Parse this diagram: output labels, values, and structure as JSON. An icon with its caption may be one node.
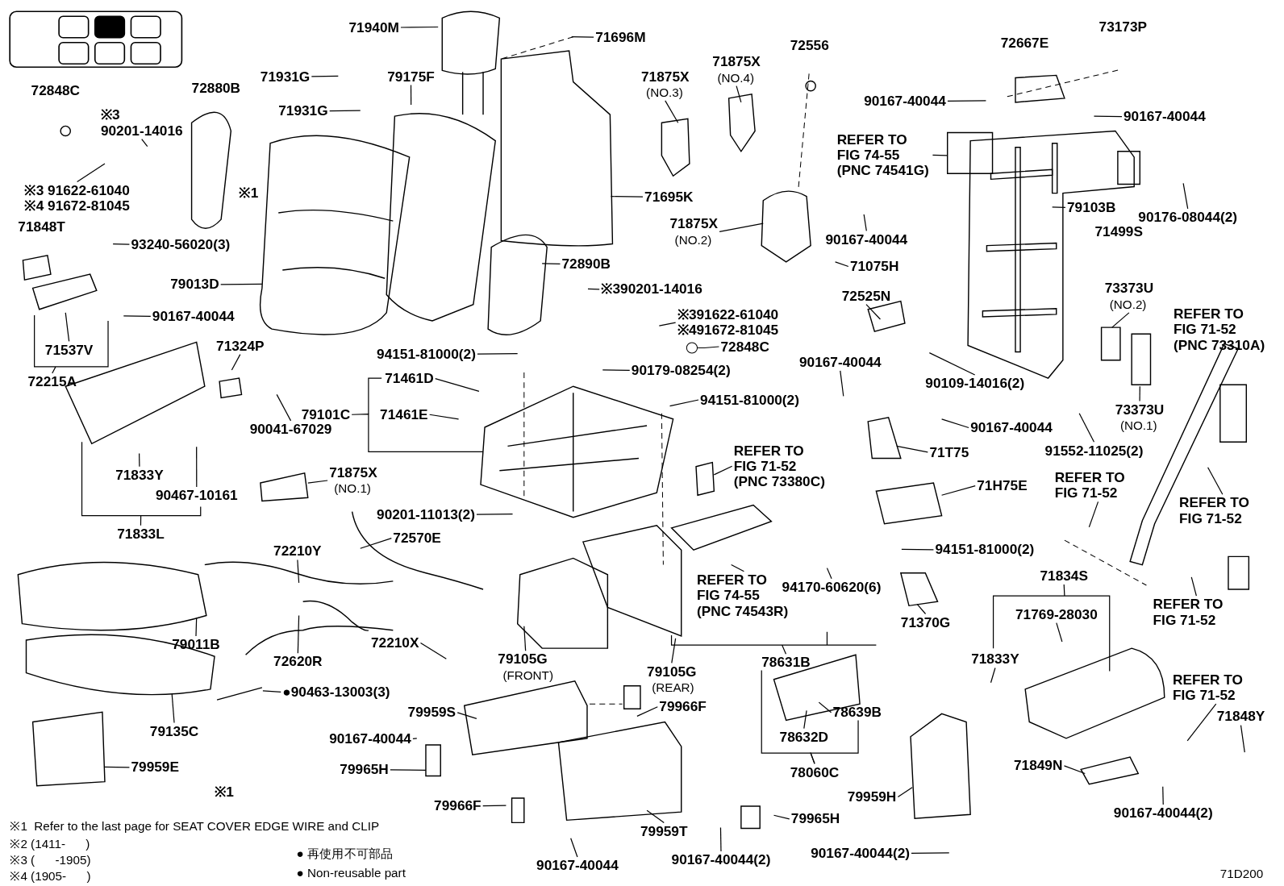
{
  "diagram": {
    "nodes": [
      {
        "text": [
          "71940M"
        ]
      },
      {
        "text": [
          "71696M"
        ]
      },
      {
        "text": [
          "71931G"
        ]
      },
      {
        "text": [
          "79175F"
        ]
      },
      {
        "text": [
          "※3",
          "90201-14016"
        ]
      },
      {
        "text": [
          "71931G"
        ]
      },
      {
        "text": [
          "※3 91622-61040",
          "※4 91672-81045"
        ]
      },
      {
        "text": [
          "93240-56020(3)"
        ]
      },
      {
        "text": [
          "71875X",
          "(NO.3)"
        ]
      },
      {
        "text": [
          "71875X",
          "(NO.4)"
        ]
      },
      {
        "text": [
          "REFER TO FIG 74-55 (PNC 74541G)"
        ]
      },
      {
        "text": [
          "90167-40044"
        ]
      },
      {
        "text": [
          "90167-40044"
        ]
      },
      {
        "text": [
          "71695K"
        ]
      },
      {
        "text": [
          "79103B"
        ]
      },
      {
        "text": [
          "90176-08044(2)"
        ]
      },
      {
        "text": [
          "71875X",
          "(NO.2)"
        ]
      },
      {
        "text": [
          "90167-40044"
        ]
      },
      {
        "text": [
          "71075H"
        ]
      },
      {
        "text": [
          "72525N"
        ]
      },
      {
        "text": [
          "79013D"
        ]
      },
      {
        "text": [
          "72890B"
        ]
      },
      {
        "text": [
          "90167-40044"
        ]
      },
      {
        "text": [
          "※390201-14016"
        ]
      },
      {
        "text": [
          "※391622-61040",
          "※491672-81045"
        ]
      },
      {
        "text": [
          "72848C"
        ]
      },
      {
        "text": [
          "73373U",
          "(NO.2)"
        ]
      },
      {
        "text": [
          "71537V"
        ]
      },
      {
        "text": [
          "71324P"
        ]
      },
      {
        "text": [
          "72215A"
        ]
      },
      {
        "text": [
          "94151-81000(2)"
        ]
      },
      {
        "text": [
          "71461D"
        ]
      },
      {
        "text": [
          "90179-08254(2)"
        ]
      },
      {
        "text": [
          "90167-40044"
        ]
      },
      {
        "text": [
          "94151-81000(2)"
        ]
      },
      {
        "text": [
          "79101C"
        ]
      },
      {
        "text": [
          "71461E"
        ]
      },
      {
        "text": [
          "90041-67029"
        ]
      },
      {
        "text": [
          "90109-14016(2)"
        ]
      },
      {
        "text": [
          "90167-40044"
        ]
      },
      {
        "text": [
          "73373U",
          "(NO.1)"
        ]
      },
      {
        "text": [
          "91552-11025(2)"
        ]
      },
      {
        "text": [
          "71T75"
        ]
      },
      {
        "text": [
          "REFER TO FIG 71-52 (PNC 73380C)"
        ]
      },
      {
        "text": [
          "71833Y"
        ]
      },
      {
        "text": [
          "90467-10161"
        ]
      },
      {
        "text": [
          "71875X",
          "(NO.1)"
        ]
      },
      {
        "text": [
          "71833L"
        ]
      },
      {
        "text": [
          "71H75E"
        ]
      },
      {
        "text": [
          "REFER TO FIG 71-52"
        ]
      },
      {
        "text": [
          "REFER TO FIG 71-52"
        ]
      },
      {
        "text": [
          "90201-11013(2)"
        ]
      },
      {
        "text": [
          "72570E"
        ]
      },
      {
        "text": [
          "72210Y"
        ]
      },
      {
        "text": [
          "94151-81000(2)"
        ]
      },
      {
        "text": [
          "94170-60620(6)"
        ]
      },
      {
        "text": [
          "REFER TO FIG 74-55 (PNC 74543R)"
        ]
      },
      {
        "text": [
          "71370G"
        ]
      },
      {
        "text": [
          "71834S"
        ]
      },
      {
        "text": [
          "71769-28030"
        ]
      },
      {
        "text": [
          "REFER TO FIG 71-52"
        ]
      },
      {
        "text": [
          "72210X"
        ]
      },
      {
        "text": [
          "72620R"
        ]
      },
      {
        "text": [
          "79011B"
        ]
      },
      {
        "text": [
          "79105G",
          "(FRONT)"
        ]
      },
      {
        "text": [
          "79105G",
          "(REAR)"
        ]
      },
      {
        "text": [
          "78631B"
        ]
      },
      {
        "text": [
          "71833Y"
        ]
      },
      {
        "text": [
          "78639B"
        ]
      },
      {
        "text": [
          "REFER TO FIG 71-52"
        ]
      },
      {
        "text": [
          "71848Y"
        ]
      },
      {
        "text": [
          "79135C"
        ]
      },
      {
        "text": [
          "●90463-13003(3)"
        ]
      },
      {
        "text": [
          "79959S"
        ]
      },
      {
        "text": [
          "79966F"
        ]
      },
      {
        "text": [
          "90167-40044"
        ]
      },
      {
        "text": [
          "78632D"
        ]
      },
      {
        "text": [
          "78060C"
        ]
      },
      {
        "text": [
          "79959E"
        ]
      },
      {
        "text": [
          "79965H"
        ]
      },
      {
        "text": [
          "79959H"
        ]
      },
      {
        "text": [
          "71849N"
        ]
      },
      {
        "text": [
          "79966F"
        ]
      },
      {
        "text": [
          "79959T"
        ]
      },
      {
        "text": [
          "79965H"
        ]
      },
      {
        "text": [
          "90167-40044(2)"
        ]
      },
      {
        "text": [
          "90167-40044"
        ]
      },
      {
        "text": [
          "90167-40044(2)"
        ]
      },
      {
        "text": [
          "90167-40044(2)"
        ]
      },
      {
        "text": [],
        "shape": "circle"
      }
    ],
    "edges": [
      {
        "from": 0,
        "to": null,
        "arrow": "none"
      },
      {
        "from": 1,
        "to": null,
        "arrow": "none"
      },
      {
        "from": 2,
        "to": null,
        "arrow": "none"
      },
      {
        "from": 3,
        "to": null,
        "arrow": "none"
      },
      {
        "from": 4,
        "to": null,
        "arrow": "none"
      },
      {
        "from": 5,
        "to": null,
        "arrow": "none"
      },
      {
        "from": 6,
        "to": null,
        "arrow": "none"
      },
      {
        "from": 7,
        "to": null,
        "arrow": "none"
      },
      {
        "from": 8,
        "to": null,
        "arrow": "none"
      },
      {
        "from": 9,
        "to": null,
        "arrow": "none"
      },
      {
        "from": 10,
        "to": null,
        "arrow": "none"
      },
      {
        "from": 11,
        "to": null,
        "arrow": "none"
      },
      {
        "from": 12,
        "to": null,
        "arrow": "none"
      },
      {
        "from": 13,
        "to": null,
        "arrow": "none"
      },
      {
        "from": 14,
        "to": null,
        "arrow": "none"
      },
      {
        "from": 15,
        "to": null,
        "arrow": "none"
      },
      {
        "from": 16,
        "to": null,
        "arrow": "none"
      },
      {
        "from": 17,
        "to": null,
        "arrow": "none"
      },
      {
        "from": 18,
        "to": null,
        "arrow": "none"
      },
      {
        "from": 19,
        "to": null,
        "arrow": "none"
      },
      {
        "from": 20,
        "to": null,
        "arrow": "none"
      },
      {
        "from": 21,
        "to": null,
        "arrow": "none"
      },
      {
        "from": 22,
        "to": null,
        "arrow": "none"
      },
      {
        "from": 23,
        "to": null,
        "arrow": "none"
      },
      {
        "from": 24,
        "to": null,
        "arrow": "none"
      },
      {
        "from": 25,
        "to": 89,
        "arrow": "none"
      },
      {
        "from": 26,
        "to": null,
        "arrow": "none"
      },
      {
        "from": 27,
        "to": null,
        "arrow": "none"
      },
      {
        "from": 28,
        "to": null,
        "arrow": "none"
      },
      {
        "from": 29,
        "to": null,
        "arrow": "none"
      },
      {
        "from": 30,
        "to": null,
        "arrow": "none"
      },
      {
        "from": 31,
        "to": null,
        "arrow": "none"
      },
      {
        "from": 32,
        "to": null,
        "arrow": "none"
      },
      {
        "from": 33,
        "to": null,
        "arrow": "none"
      },
      {
        "from": 34,
        "to": null,
        "arrow": "none"
      },
      {
        "from": 35,
        "to": null,
        "arrow": "none"
      },
      {
        "from": 36,
        "to": null,
        "arrow": "none"
      },
      {
        "from": 37,
        "to": null,
        "arrow": "none"
      },
      {
        "from": 38,
        "to": null,
        "arrow": "none"
      },
      {
        "from": 39,
        "to": null,
        "arrow": "none"
      },
      {
        "from": 40,
        "to": null,
        "arrow": "none"
      },
      {
        "from": 41,
        "to": null,
        "arrow": "none"
      },
      {
        "from": 42,
        "to": null,
        "arrow": "none"
      },
      {
        "from": 43,
        "to": null,
        "arrow": "none"
      },
      {
        "from": 44,
        "to": null,
        "arrow": "none"
      },
      {
        "from": 45,
        "to": null,
        "arrow": "none"
      },
      {
        "from": 46,
        "to": null,
        "arrow": "none"
      },
      {
        "from": 47,
        "to": null,
        "arrow": "none"
      },
      {
        "from": 48,
        "to": null,
        "arrow": "none"
      },
      {
        "from": 49,
        "to": null,
        "arrow": "none"
      },
      {
        "from": 50,
        "to": null,
        "arrow": "none"
      },
      {
        "from": 51,
        "to": null,
        "arrow": "none"
      },
      {
        "from": 52,
        "to": null,
        "arrow": "none"
      },
      {
        "from": 53,
        "to": null,
        "arrow": "none"
      },
      {
        "from": 54,
        "to": null,
        "arrow": "none"
      },
      {
        "from": 55,
        "to": null,
        "arrow": "none"
      },
      {
        "from": 56,
        "to": null,
        "arrow": "none"
      },
      {
        "from": 57,
        "to": null,
        "arrow": "none"
      },
      {
        "from": 58,
        "to": null,
        "arrow": "none"
      },
      {
        "from": 59,
        "to": null,
        "arrow": "none"
      },
      {
        "from": 60,
        "to": null,
        "arrow": "none"
      },
      {
        "from": 61,
        "to": null,
        "arrow": "none"
      },
      {
        "from": 62,
        "to": null,
        "arrow": "none"
      },
      {
        "from": 63,
        "to": null,
        "arrow": "none"
      },
      {
        "from": 64,
        "to": null,
        "arrow": "none"
      },
      {
        "from": 65,
        "to": null,
        "arrow": "none"
      },
      {
        "from": 66,
        "to": null,
        "arrow": "none"
      },
      {
        "from": 67,
        "to": null,
        "arrow": "none"
      },
      {
        "from": 68,
        "to": null,
        "arrow": "none"
      },
      {
        "from": 69,
        "to": null,
        "arrow": "none"
      },
      {
        "from": 70,
        "to": null,
        "arrow": "none"
      },
      {
        "from": 71,
        "to": null,
        "arrow": "none"
      },
      {
        "from": 72,
        "to": null,
        "arrow": "none"
      },
      {
        "from": 73,
        "to": null,
        "arrow": "none"
      },
      {
        "from": 74,
        "to": null,
        "arrow": "none"
      },
      {
        "from": 75,
        "to": null,
        "arrow": "none"
      },
      {
        "from": 76,
        "to": null,
        "arrow": "none"
      },
      {
        "from": 77,
        "to": 66,
        "arrow": "none"
      },
      {
        "from": 78,
        "to": null,
        "arrow": "none"
      },
      {
        "from": 79,
        "to": null,
        "arrow": "none"
      },
      {
        "from": 80,
        "to": null,
        "arrow": "none"
      },
      {
        "from": 81,
        "to": null,
        "arrow": "none"
      },
      {
        "from": 82,
        "to": null,
        "arrow": "none"
      },
      {
        "from": 83,
        "to": null,
        "arrow": "none"
      },
      {
        "from": 84,
        "to": null,
        "arrow": "none"
      },
      {
        "from": 85,
        "to": null,
        "arrow": "none"
      },
      {
        "from": 86,
        "to": null,
        "arrow": "none"
      },
      {
        "from": 87,
        "to": null,
        "arrow": "none"
      },
      {
        "from": 88,
        "to": null,
        "arrow": "none"
      },
      {
        "from": 77,
        "to": 68,
        "arrow": "none"
      }
    ],
    "labels": [
      "73173P",
      "72667E",
      "72556",
      "72880B",
      "72848C",
      "※1",
      "71848T",
      "71499S",
      "REFER TO FIG 71-52 (PNC 73310A)",
      "※1",
      "※1  Refer to the last page for SEAT COVER EDGE WIRE and CLIP",
      "※2 (1411-      )",
      "※3 (      -1905)",
      "※4 (1905-      )",
      "● 再使用不可部品",
      "● Non-reusable part",
      "71D200"
    ]
  }
}
